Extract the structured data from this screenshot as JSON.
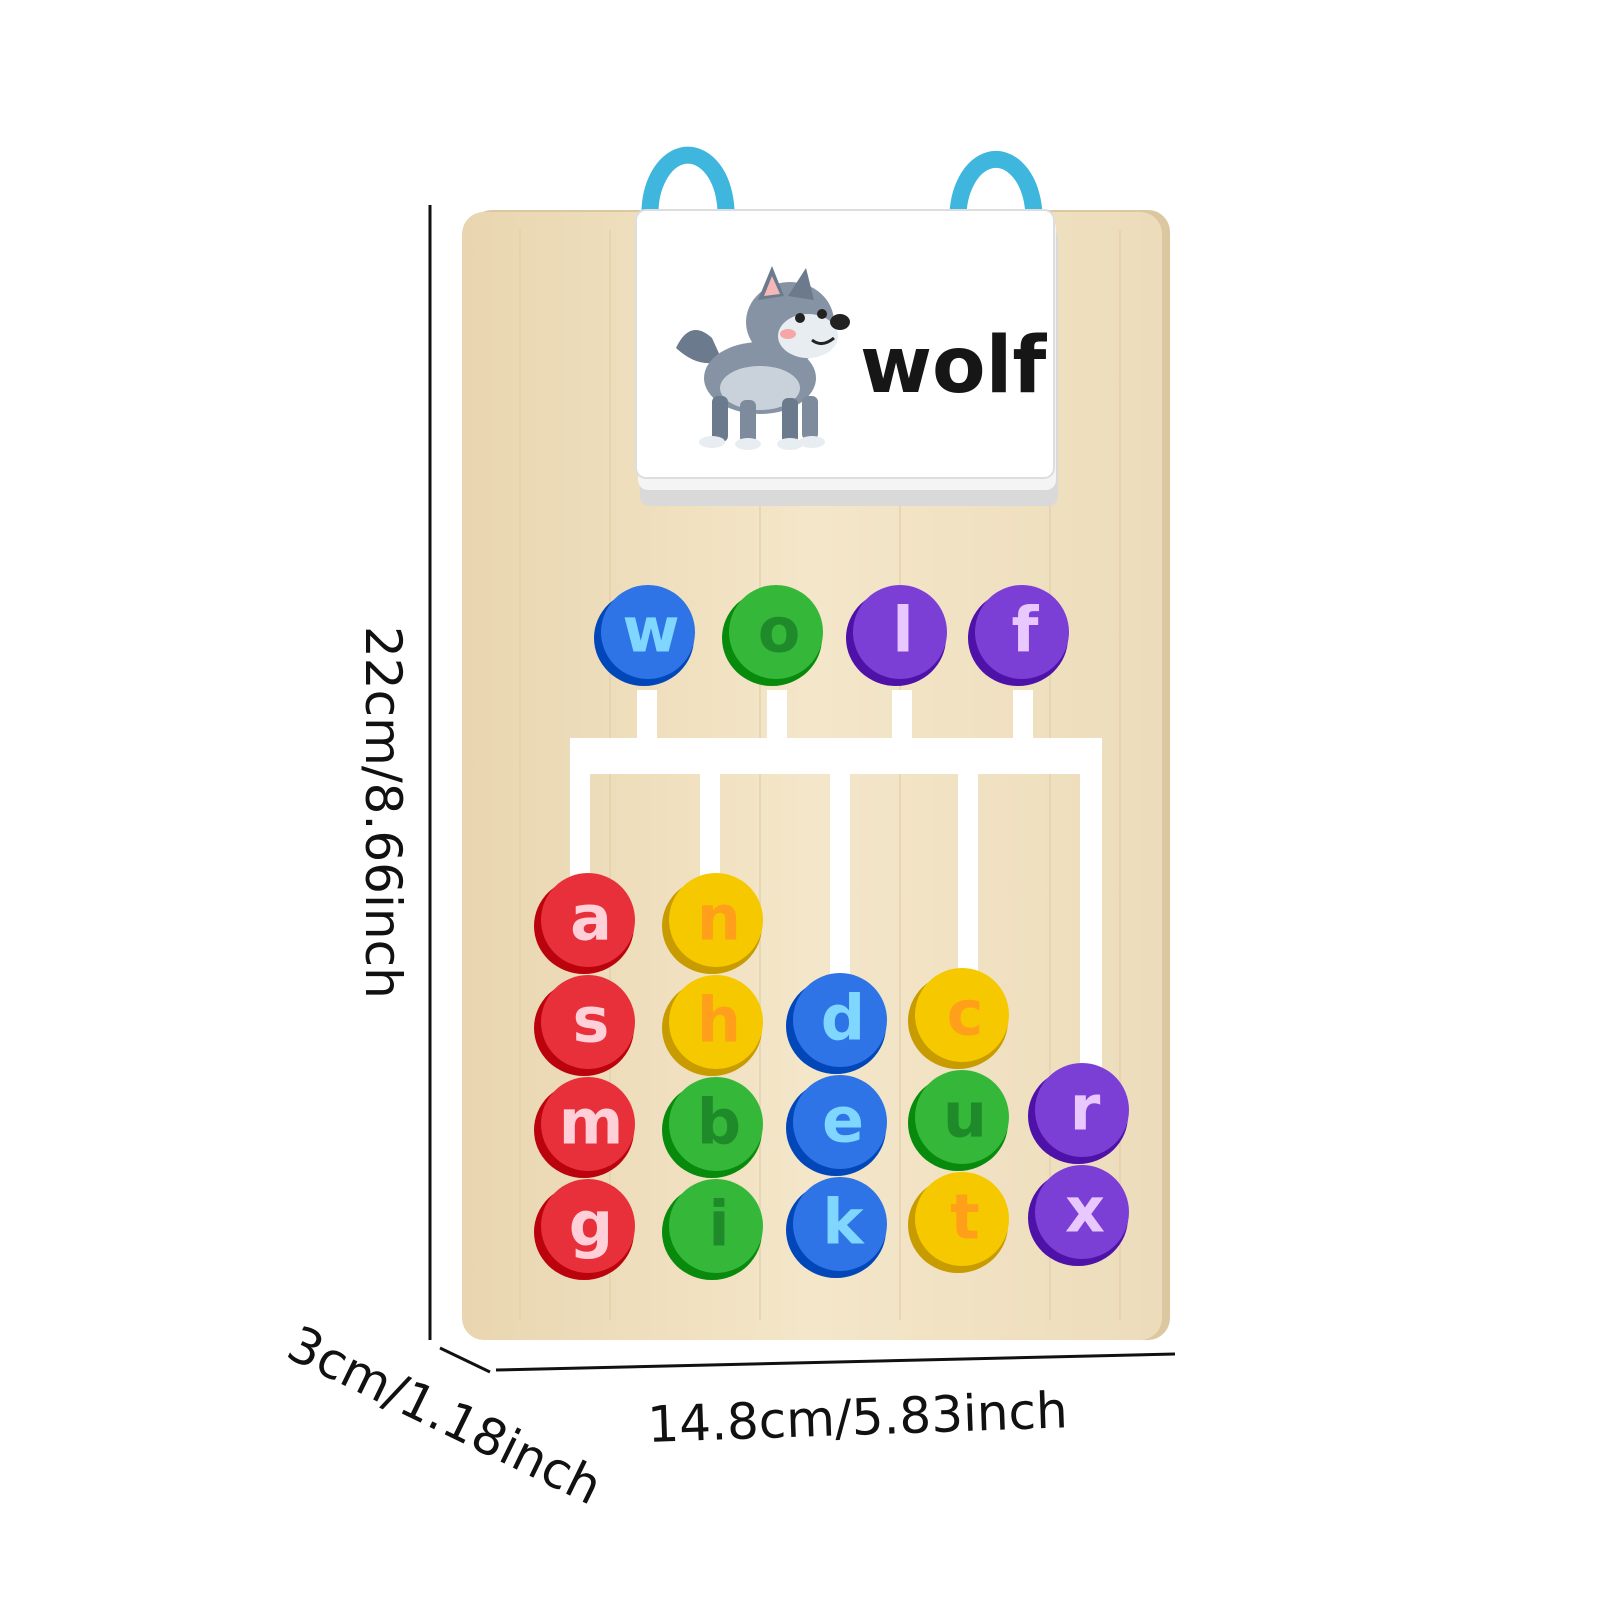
{
  "card": {
    "word": "wolf",
    "picture": "wolf-illustration"
  },
  "answer_beads": [
    {
      "letter": "w",
      "color": "#2f74e6",
      "text_color": "#7fd6ff"
    },
    {
      "letter": "o",
      "color": "#35b83a",
      "text_color": "#1f8a2a"
    },
    {
      "letter": "l",
      "color": "#7b3fd6",
      "text_color": "#e8c8ff"
    },
    {
      "letter": "f",
      "color": "#7b3fd6",
      "text_color": "#e8c8ff"
    }
  ],
  "bead_columns": [
    {
      "color": "#e8303a",
      "text_color": "#ffd0d8",
      "letters": [
        "a",
        "s",
        "m",
        "g"
      ]
    },
    {
      "colors": [
        "#f5c800",
        "#f5c800",
        "#35b83a",
        "#35b83a"
      ],
      "text_colors": [
        "#ff9f1a",
        "#ff9f1a",
        "#1f8a2a",
        "#1f8a2a"
      ],
      "letters": [
        "n",
        "h",
        "b",
        "i"
      ]
    },
    {
      "color": "#2f74e6",
      "text_color": "#7fd6ff",
      "letters": [
        "d",
        "e",
        "k"
      ]
    },
    {
      "colors": [
        "#f5c800",
        "#35b83a",
        "#f5c800"
      ],
      "text_colors": [
        "#ff9f1a",
        "#1f8a2a",
        "#ff9f1a"
      ],
      "letters": [
        "c",
        "u",
        "t"
      ]
    },
    {
      "color": "#7b3fd6",
      "text_color": "#e8c8ff",
      "letters": [
        "r",
        "x"
      ]
    }
  ],
  "dimensions": {
    "height": "22cm/8.66inch",
    "width": "14.8cm/5.83inch",
    "depth": "3cm/1.18inch"
  },
  "colors": {
    "wood": "#f1e2c4",
    "ring": "#3fb6dd",
    "slot": "#ffffff"
  }
}
